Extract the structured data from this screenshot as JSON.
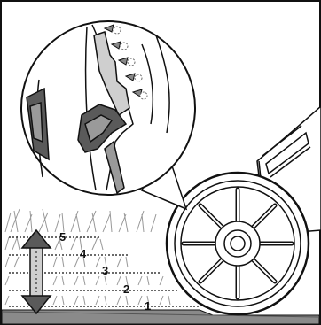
{
  "illustration": {
    "subject": "lawn-mower-cutting-height-adjustment",
    "icons": [
      "cutting-height-lever-icon",
      "up-down-arrow-icon",
      "rear-wheel-icon"
    ],
    "colors": {
      "line": "#111111",
      "fill": "#ffffff",
      "dark_grey": "#5a5a5a",
      "mid_grey": "#9a9a9a",
      "light_grey": "#cfcfcf"
    }
  },
  "height_levels": [
    {
      "label": "5"
    },
    {
      "label": "4"
    },
    {
      "label": "3"
    },
    {
      "label": "2"
    },
    {
      "label": "1"
    }
  ]
}
